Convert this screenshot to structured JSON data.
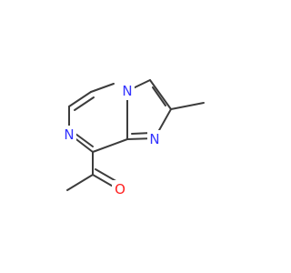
{
  "molecule": {
    "colors": {
      "bond": "#3c3c3c",
      "nitrogen": "#3333ff",
      "oxygen": "#ff2020",
      "background": "#ffffff"
    },
    "atoms": {
      "n_bridge": {
        "symbol": "N",
        "color_key": "nitrogen"
      },
      "n_imidazole": {
        "symbol": "N",
        "color_key": "nitrogen"
      },
      "n_pyrazine": {
        "symbol": "N",
        "color_key": "nitrogen"
      },
      "o_carbonyl": {
        "symbol": "O",
        "color_key": "oxygen"
      }
    }
  }
}
